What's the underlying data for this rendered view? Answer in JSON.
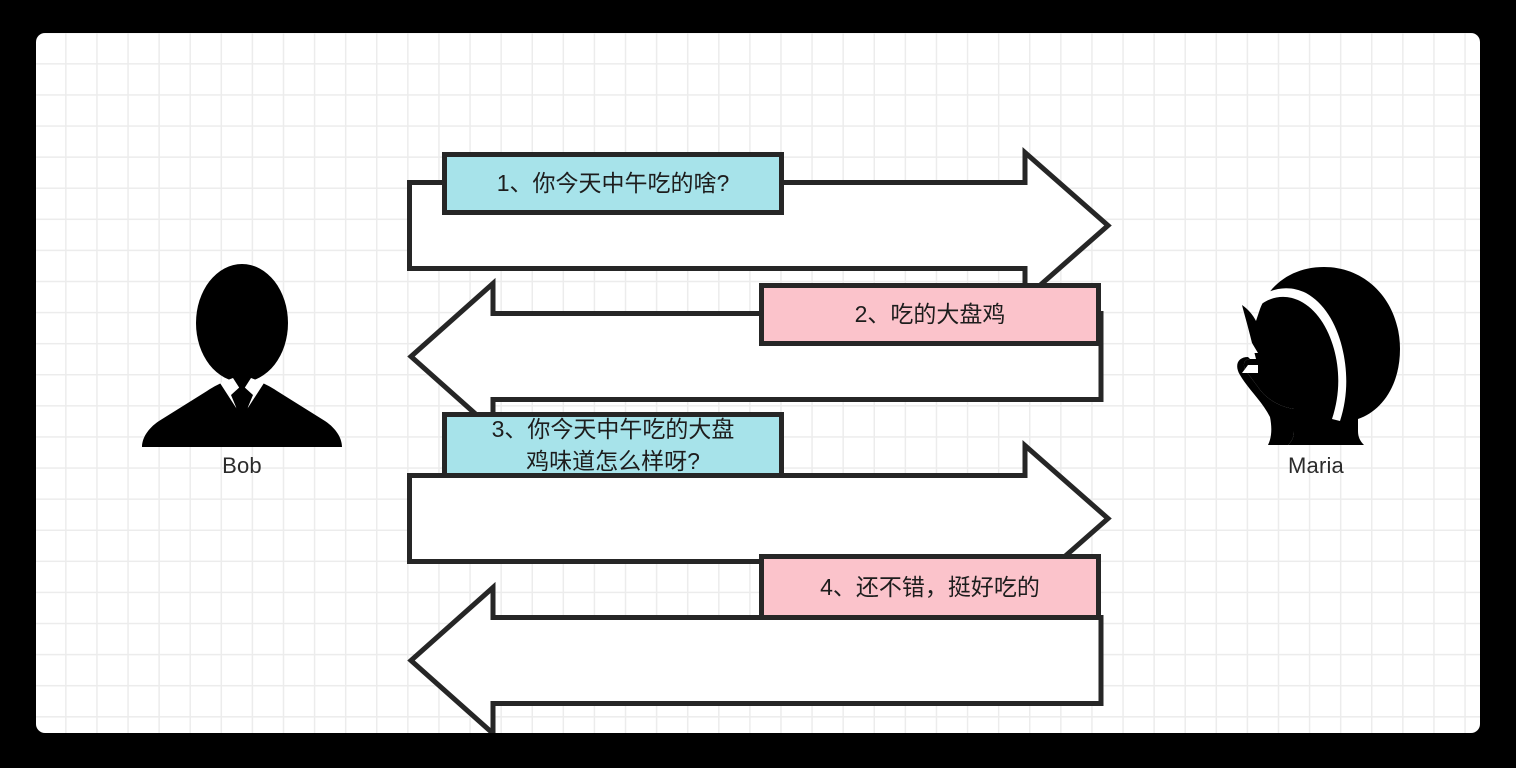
{
  "diagram": {
    "title": "sequence-diagram",
    "background_color": "#000000",
    "canvas_color": "#ffffff",
    "grid_color": "#ececec",
    "stroke_color": "#262626"
  },
  "actors": [
    {
      "id": "bob",
      "label": "Bob",
      "icon": "businessman-avatar-icon",
      "side": "left"
    },
    {
      "id": "maria",
      "label": "Maria",
      "icon": "woman-head-profile-avatar-icon",
      "side": "right"
    }
  ],
  "messages": [
    {
      "index": 1,
      "text": "1、你今天中午吃的啥?",
      "from": "bob",
      "to": "maria",
      "direction": "right",
      "box_color": "#a7e3ea",
      "box_color_name": "cyan"
    },
    {
      "index": 2,
      "text": "2、吃的大盘鸡",
      "from": "maria",
      "to": "bob",
      "direction": "left",
      "box_color": "#fbc3cb",
      "box_color_name": "pink"
    },
    {
      "index": 3,
      "text": "3、你今天中午吃的大盘\n鸡味道怎么样呀?",
      "from": "bob",
      "to": "maria",
      "direction": "right",
      "box_color": "#a7e3ea",
      "box_color_name": "cyan"
    },
    {
      "index": 4,
      "text": "4、还不错，挺好吃的",
      "from": "maria",
      "to": "bob",
      "direction": "left",
      "box_color": "#fbc3cb",
      "box_color_name": "pink"
    }
  ]
}
